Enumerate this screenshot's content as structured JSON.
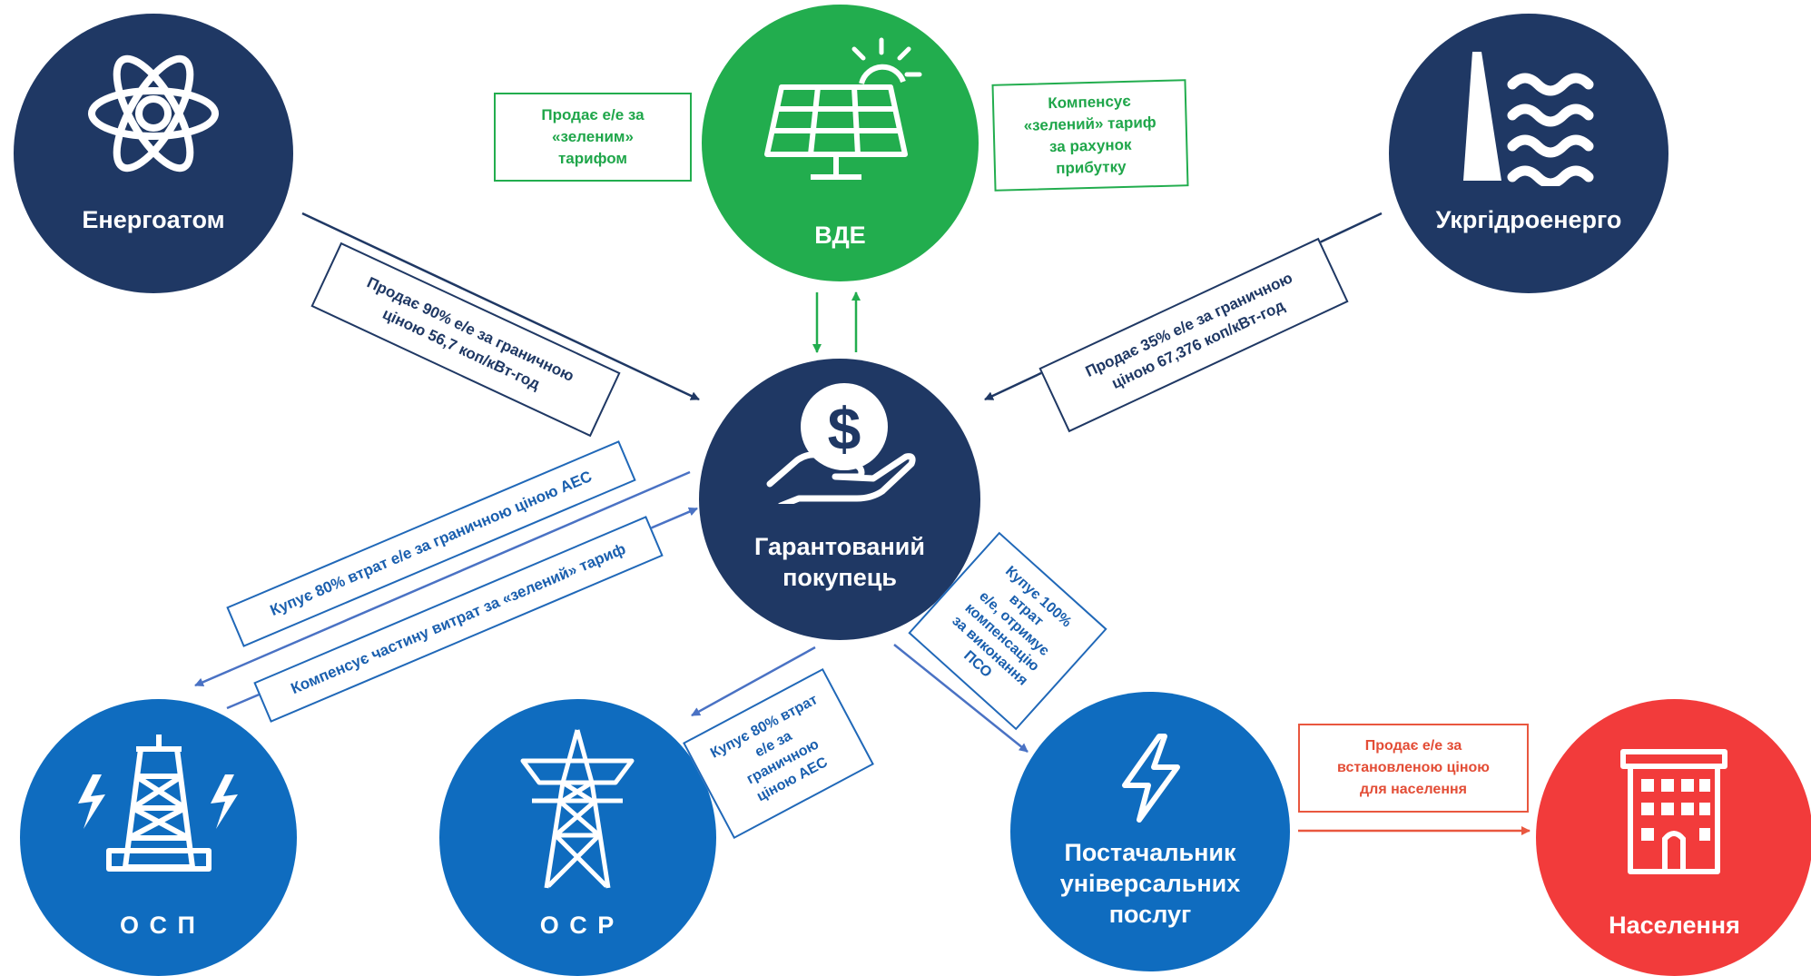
{
  "nodes": {
    "energoatom": "Енергоатом",
    "vde": "ВДЕ",
    "ukrhydro": "Укргідроенерго",
    "guaranteed_buyer": [
      "Гарантований",
      "покупець"
    ],
    "osp": "О С П",
    "osr": "О С Р",
    "supplier": [
      "Постачальник",
      "універсальних",
      "послуг"
    ],
    "population": "Населення"
  },
  "labels": {
    "vde_sells": [
      "Продає е/е за",
      "«зеленим»",
      "тарифом"
    ],
    "compensates_green": [
      "Компенсує",
      "«зелений» тариф",
      "за рахунок",
      "прибутку"
    ],
    "energoatom_sells": [
      "Продає 90% е/е за граничною",
      "ціною 56,7 коп/кВт-год"
    ],
    "ukrhydro_sells": [
      "Продає 35% е/е за граничною",
      "ціною 67,376 коп/кВт-год"
    ],
    "osp_buys": "Купує 80% втрат е/е за граничною ціною АЕС",
    "osp_compensates": "Компенсує частину витрат за «зелений» тариф",
    "osr_buys": [
      "Купує 80% втрат",
      "е/е за",
      "граничною",
      "ціною АЕС"
    ],
    "supplier_buys": [
      "Купує 100%",
      "втрат",
      "е/е, отримує",
      "компенсацію",
      "за виконання",
      "ПСО"
    ],
    "sells_population": [
      "Продає е/е за",
      "встановленою ціною",
      "для населення"
    ]
  },
  "colors": {
    "navy": "#1f3864",
    "green": "#22ad4e",
    "blue": "#0f6cbf",
    "red": "#f23b3b",
    "arrow_blue": "#4a72c4",
    "arrow_red": "#e9573f"
  }
}
